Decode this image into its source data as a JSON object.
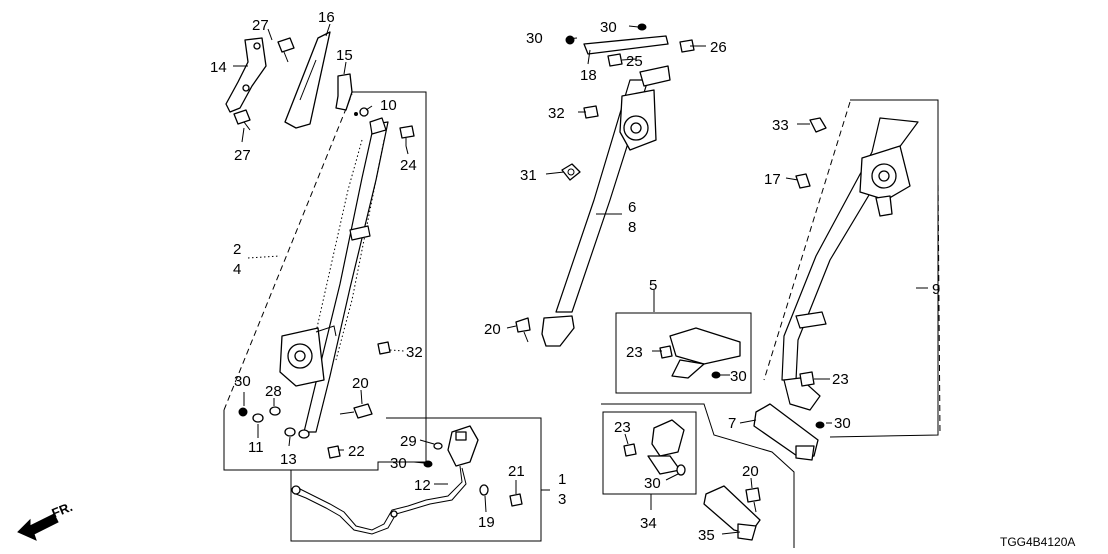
{
  "diagram_code": "TGG4B4120A",
  "direction_label": "FR.",
  "callouts": {
    "n1": "1",
    "n2": "2",
    "n3": "3",
    "n4": "4",
    "n5": "5",
    "n6": "6",
    "n7": "7",
    "n8": "8",
    "n9": "9",
    "n10": "10",
    "n11": "11",
    "n12": "12",
    "n13": "13",
    "n14": "14",
    "n15": "15",
    "n16": "16",
    "n17": "17",
    "n18": "18",
    "n19": "19",
    "n20": "20",
    "n21": "21",
    "n22": "22",
    "n23": "23",
    "n24": "24",
    "n25": "25",
    "n26": "26",
    "n27": "27",
    "n28": "28",
    "n29": "29",
    "n30": "30",
    "n31": "31",
    "n32": "32",
    "n33": "33",
    "n34": "34",
    "n35": "35"
  }
}
